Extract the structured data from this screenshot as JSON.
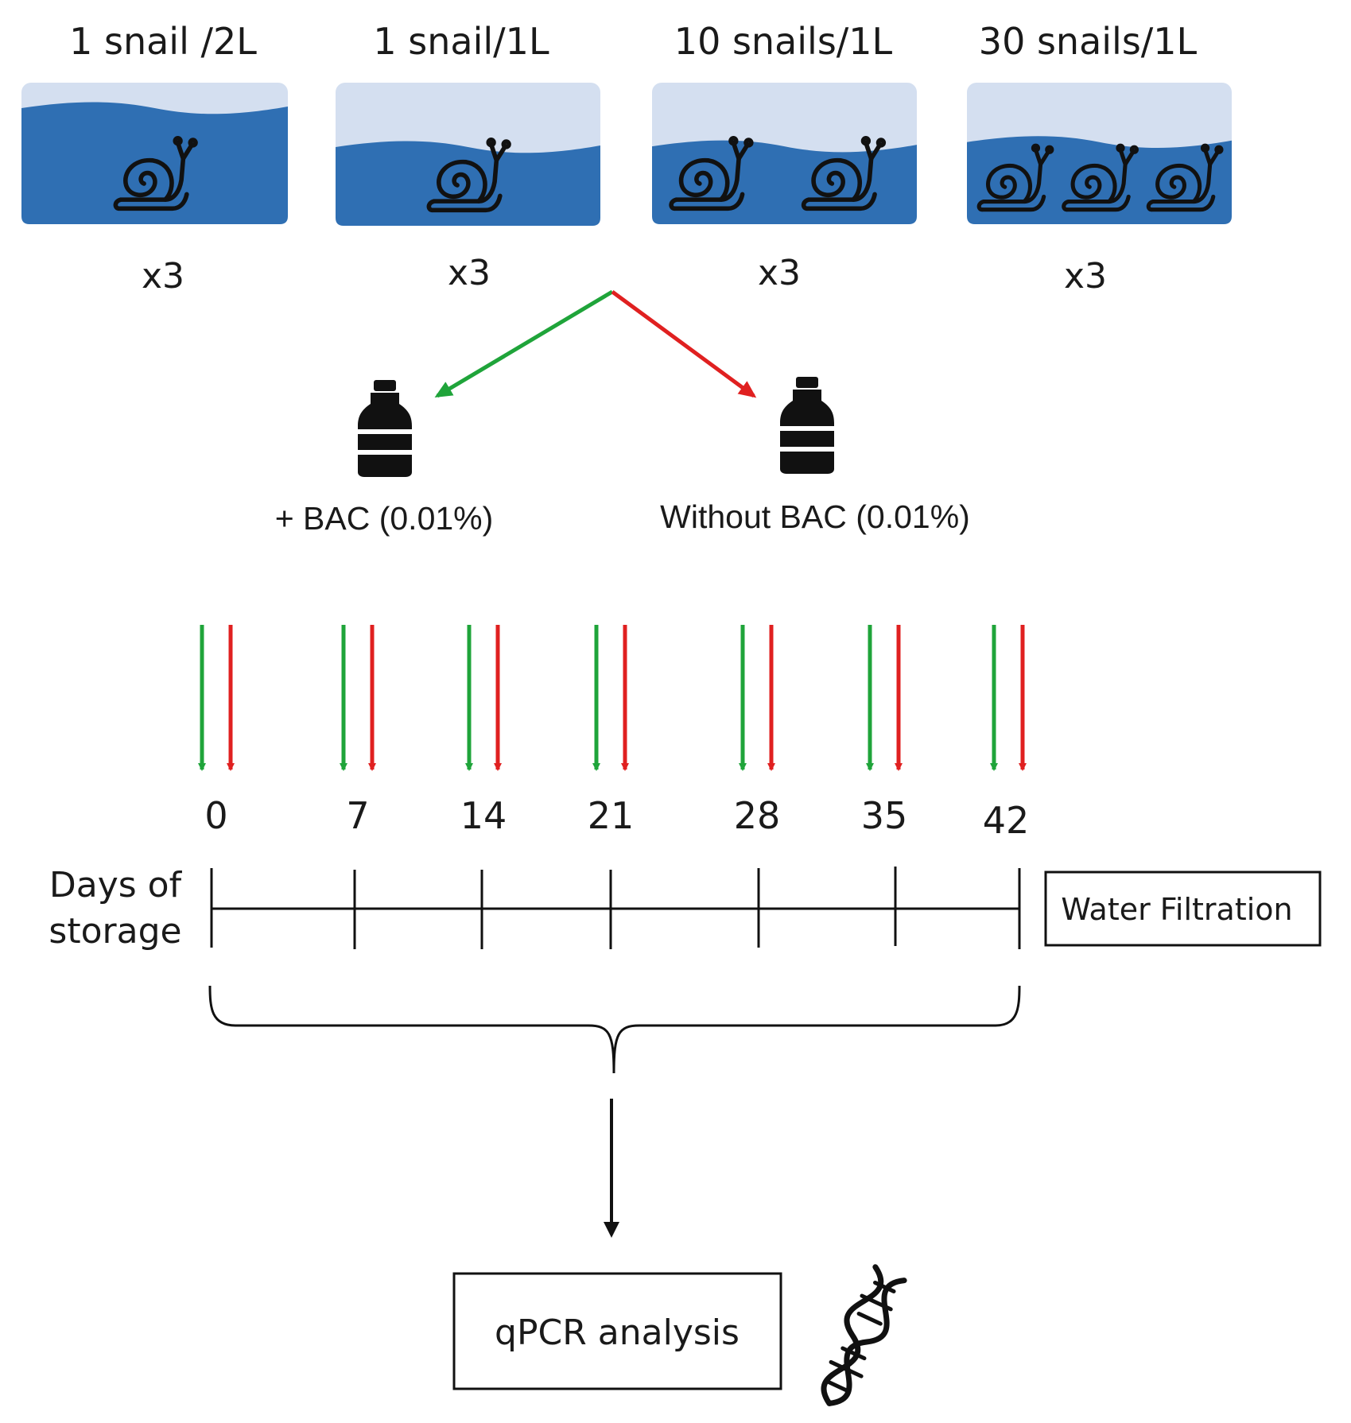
{
  "treatments": [
    {
      "label": "1 snail /2L",
      "replicates": "x3",
      "snails": 1,
      "water_level": 0.82
    },
    {
      "label": "1 snail/1L",
      "replicates": "x3",
      "snails": 1,
      "water_level": 0.55
    },
    {
      "label": "10 snails/1L",
      "replicates": "x3",
      "snails": 2,
      "water_level": 0.55
    },
    {
      "label": "30 snails/1L",
      "replicates": "x3",
      "snails": 3,
      "water_level": 0.58
    }
  ],
  "bottles": {
    "with_bac": "+ BAC (0.01%)",
    "without_bac": "Without BAC (0.01%)"
  },
  "timeline": {
    "axis_label_line1": "Days of",
    "axis_label_line2": "storage",
    "days": [
      "0",
      "7",
      "14",
      "21",
      "28",
      "35",
      "42"
    ],
    "step_label": "Water Filtration"
  },
  "analysis": {
    "label": "qPCR analysis",
    "icon": "dna-icon"
  },
  "colors": {
    "water": "#2f6fb3",
    "air": "#d4dff0",
    "with_bac_arrow": "#1fa43a",
    "without_bac_arrow": "#e02020",
    "ink": "#111111"
  }
}
